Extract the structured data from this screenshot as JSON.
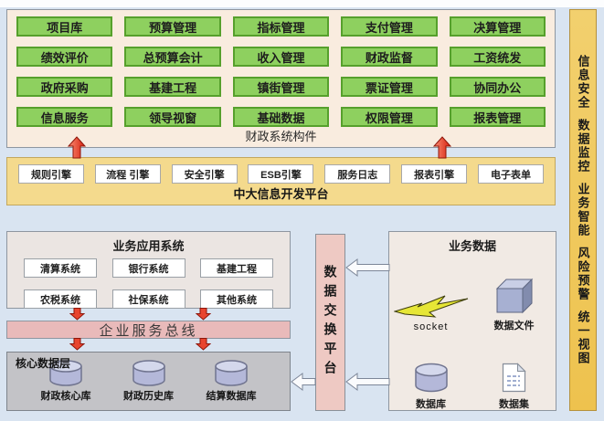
{
  "top_panel": {
    "label": "财政系统构件",
    "modules": [
      "项目库",
      "预算管理",
      "指标管理",
      "支付管理",
      "决算管理",
      "绩效评价",
      "总预算会计",
      "收入管理",
      "财政监督",
      "工资统发",
      "政府采购",
      "基建工程",
      "镇街管理",
      "票证管理",
      "协同办公",
      "信息服务",
      "领导视窗",
      "基础数据",
      "权限管理",
      "报表管理"
    ]
  },
  "platform_band": {
    "label": "中大信息开发平台",
    "engines": [
      "规则引擎",
      "流程 引擎",
      "安全引擎",
      "ESB引擎",
      "服务日志",
      "报表引擎",
      "电子表单"
    ]
  },
  "side_bar": {
    "items": [
      "信息安全",
      "数据监控",
      "业务智能",
      "风险预警",
      "统一视图"
    ]
  },
  "biz_app": {
    "title": "业务应用系统",
    "systems": [
      "清算系统",
      "银行系统",
      "基建工程",
      "农税系统",
      "社保系统",
      "其他系统"
    ]
  },
  "esb": {
    "label": "企业服务总线"
  },
  "core_data": {
    "label": "核心数据层",
    "databases": [
      "财政核心库",
      "财政历史库",
      "结算数据库"
    ]
  },
  "exchange": {
    "label": "数据交换平台"
  },
  "biz_data": {
    "title": "业务数据",
    "items": [
      {
        "icon": "lightning-icon",
        "label": "socket"
      },
      {
        "icon": "cube-icon",
        "label": "数据文件"
      },
      {
        "icon": "database-icon",
        "label": "数据库"
      },
      {
        "icon": "document-icon",
        "label": "数据集"
      }
    ]
  },
  "colors": {
    "background": "#d9e4f1",
    "module_green": "#8ed05f",
    "module_border": "#56a02c",
    "top_panel_bg": "#f9ecdf",
    "band_yellow": "#f4da8d",
    "sidebar_gold": "#eec24e",
    "esb_pink": "#e9baba",
    "exchange_pink": "#eec9c3",
    "core_gray": "#c3c3c7",
    "arrow_red": "#d7200f"
  }
}
